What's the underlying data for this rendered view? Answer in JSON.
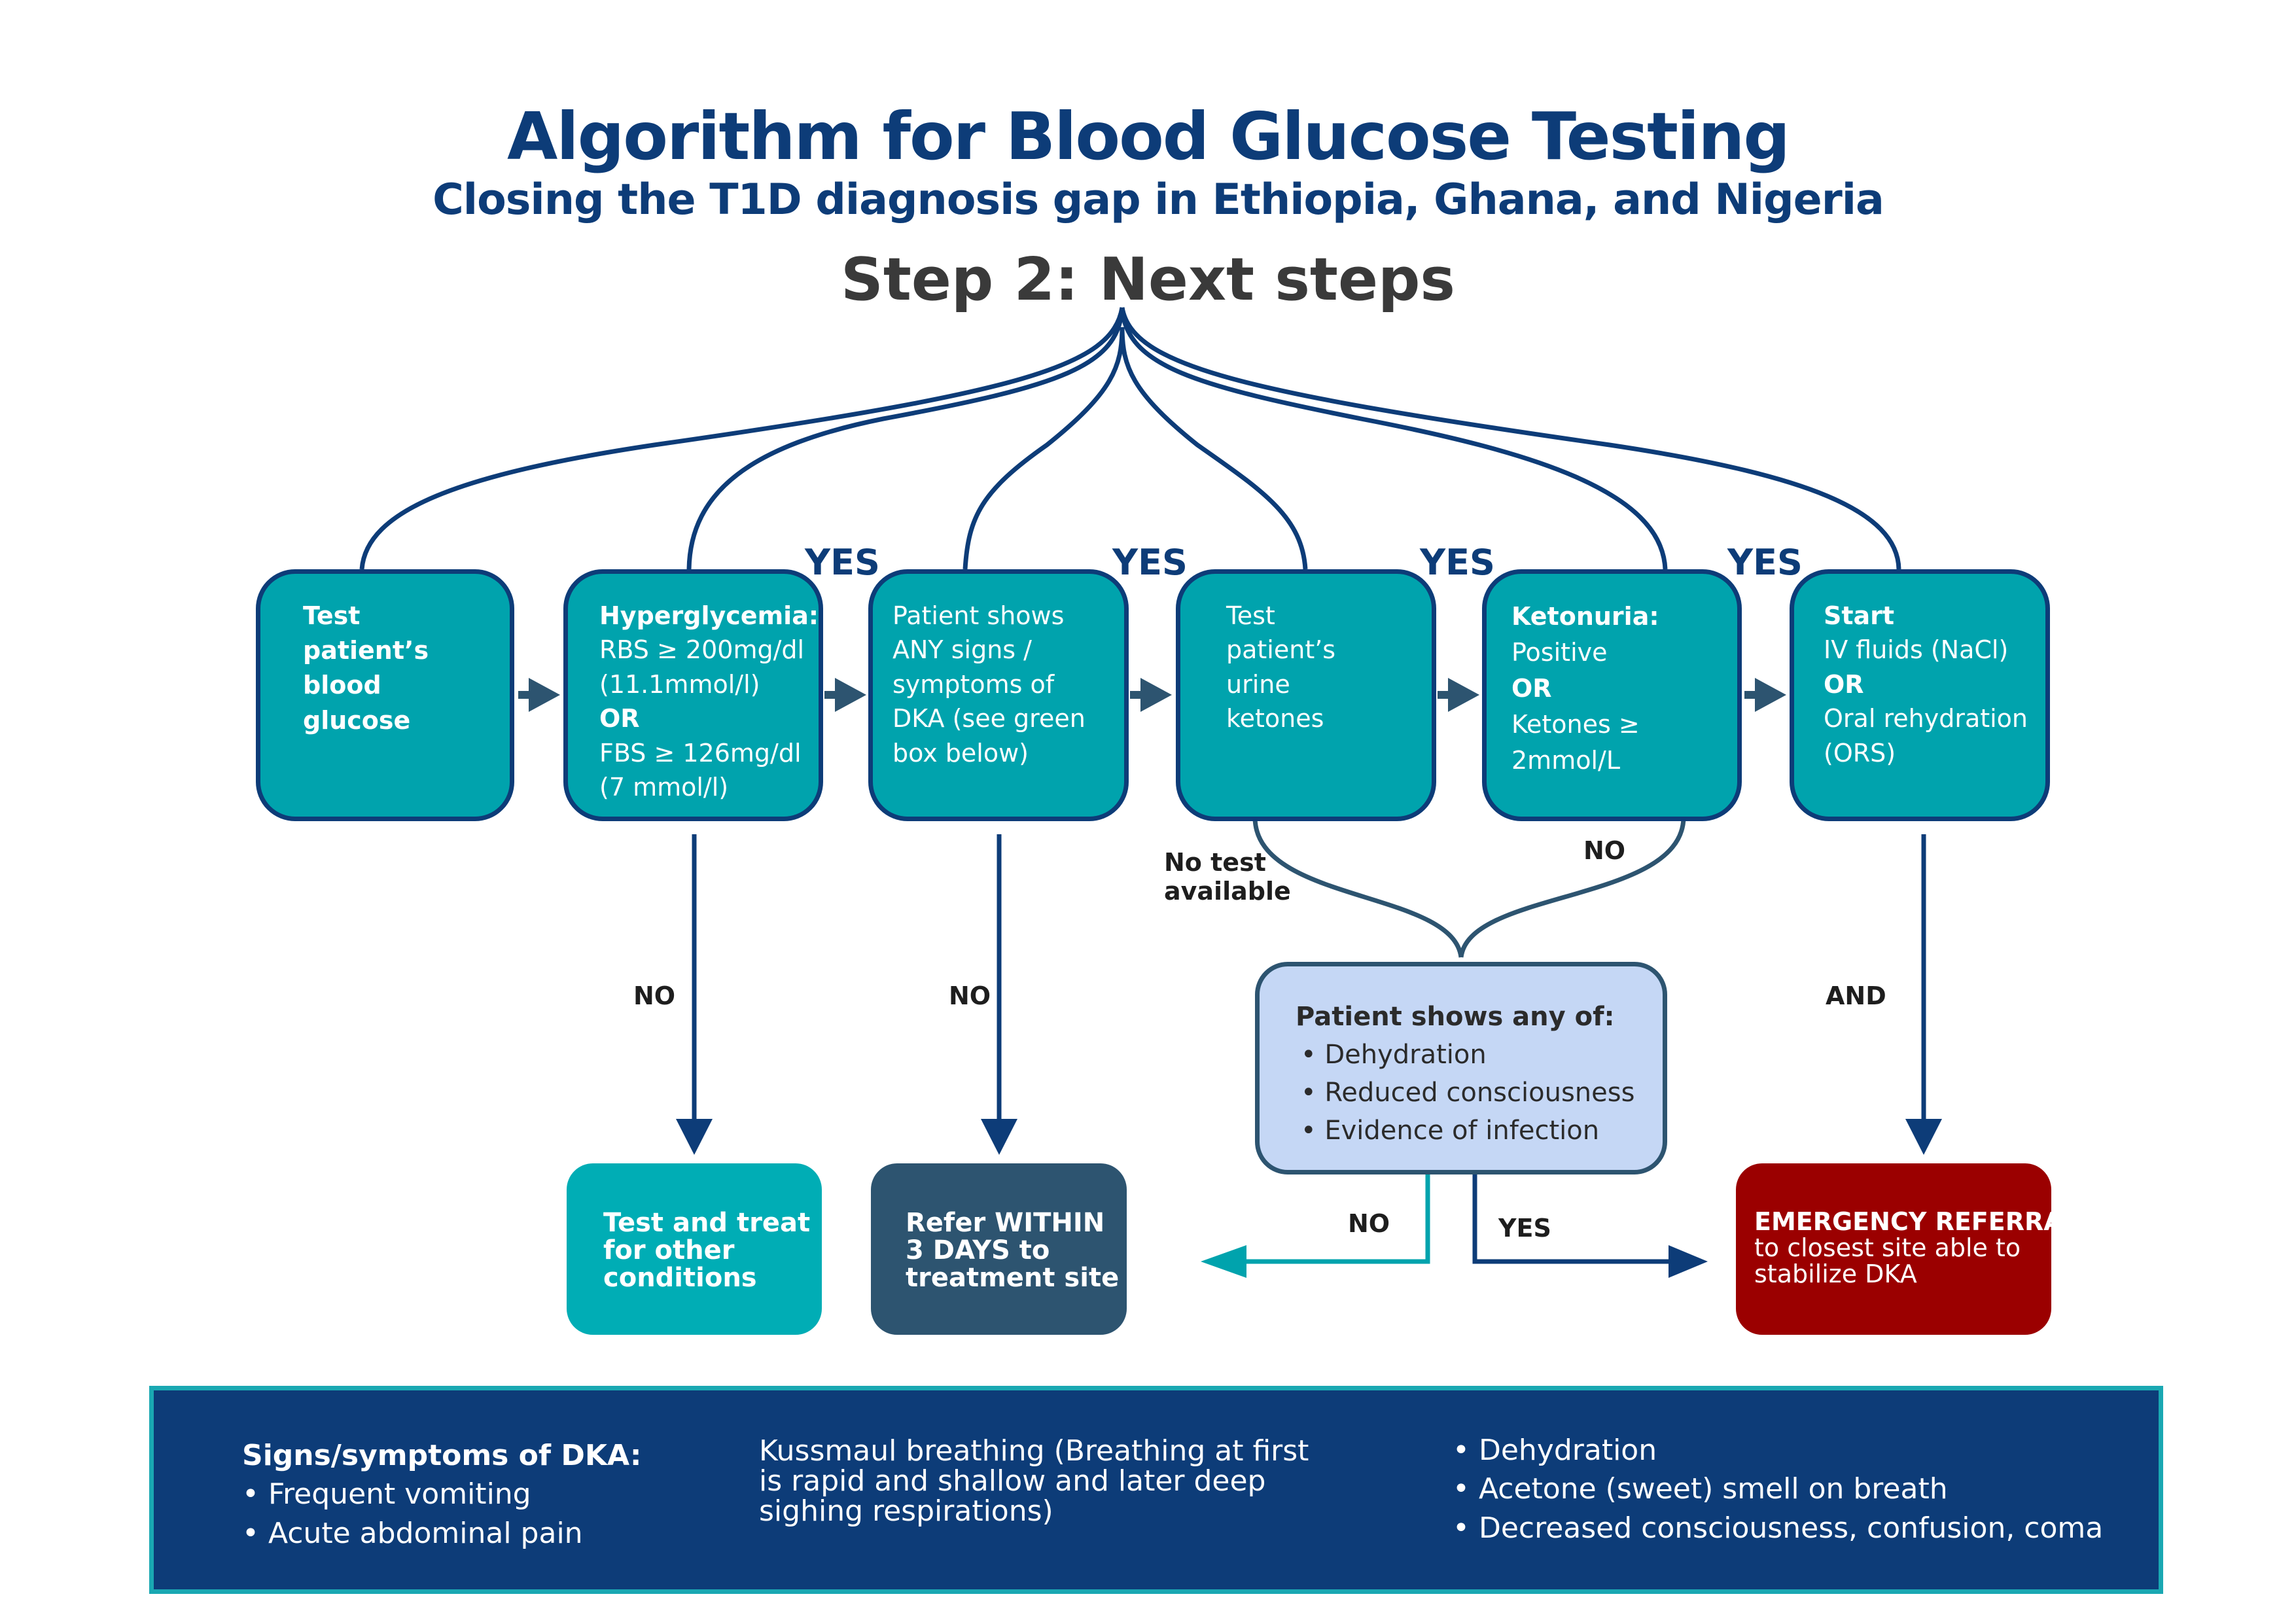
{
  "header": {
    "title": "Algorithm for Blood Glucose Testing",
    "subtitle": "Closing the T1D diagnosis gap in Ethiopia, Ghana, and Nigeria",
    "step": "Step 2: Next steps"
  },
  "flow": {
    "boxes": [
      {
        "lines": [
          "Test",
          "patient’s",
          "blood",
          "glucose"
        ]
      },
      {
        "lines": [
          "Hyperglycemia:",
          "RBS ≥ 200mg/dl",
          "(11.1mmol/l)",
          "OR",
          "FBS ≥ 126mg/dl",
          "(7 mmol/l)"
        ]
      },
      {
        "lines": [
          "Patient shows",
          "ANY signs /",
          "symptoms of",
          "DKA (see green",
          "box below)"
        ]
      },
      {
        "lines": [
          "Test",
          "patient’s",
          "urine",
          "ketones"
        ]
      },
      {
        "lines": [
          "Ketonuria:",
          "Positive",
          "OR",
          "Ketones ≥",
          "2mmol/L"
        ]
      },
      {
        "lines": [
          "Start",
          "IV fluids (NaCl)",
          "OR",
          "Oral rehydration",
          "(ORS)"
        ]
      }
    ],
    "yes_label": "YES",
    "no_label": "NO",
    "and_label": "AND",
    "no_test_lines": [
      "No test",
      "available"
    ]
  },
  "assessment": {
    "heading": "Patient shows any of:",
    "items": [
      "Dehydration",
      "Reduced consciousness",
      "Evidence of infection"
    ]
  },
  "outcomes": {
    "test_treat": [
      "Test and treat",
      "for other",
      "conditions"
    ],
    "refer": [
      "Refer WITHIN",
      "3 DAYS to",
      "treatment site"
    ],
    "emergency": [
      "EMERGENCY REFERRAL",
      "to closest site able to",
      "stabilize DKA"
    ]
  },
  "dka_box": {
    "heading": "Signs/symptoms of DKA:",
    "col1_items": [
      "Frequent vomiting",
      "Acute abdominal pain"
    ],
    "col2_lines": [
      "Kussmaul breathing (Breathing at first",
      "is rapid and shallow and later deep",
      "sighing respirations)"
    ],
    "col3_items": [
      "Dehydration",
      "Acetone (sweet) smell on breath",
      "Decreased consciousness, confusion, coma"
    ]
  },
  "colors": {
    "navy": "#0d3c78",
    "teal": "#00a3ad",
    "slate": "#2d5470",
    "light_blue": "#c5d7f5",
    "emergency_red": "#9b0000",
    "title_gray": "#3a3a3a"
  }
}
